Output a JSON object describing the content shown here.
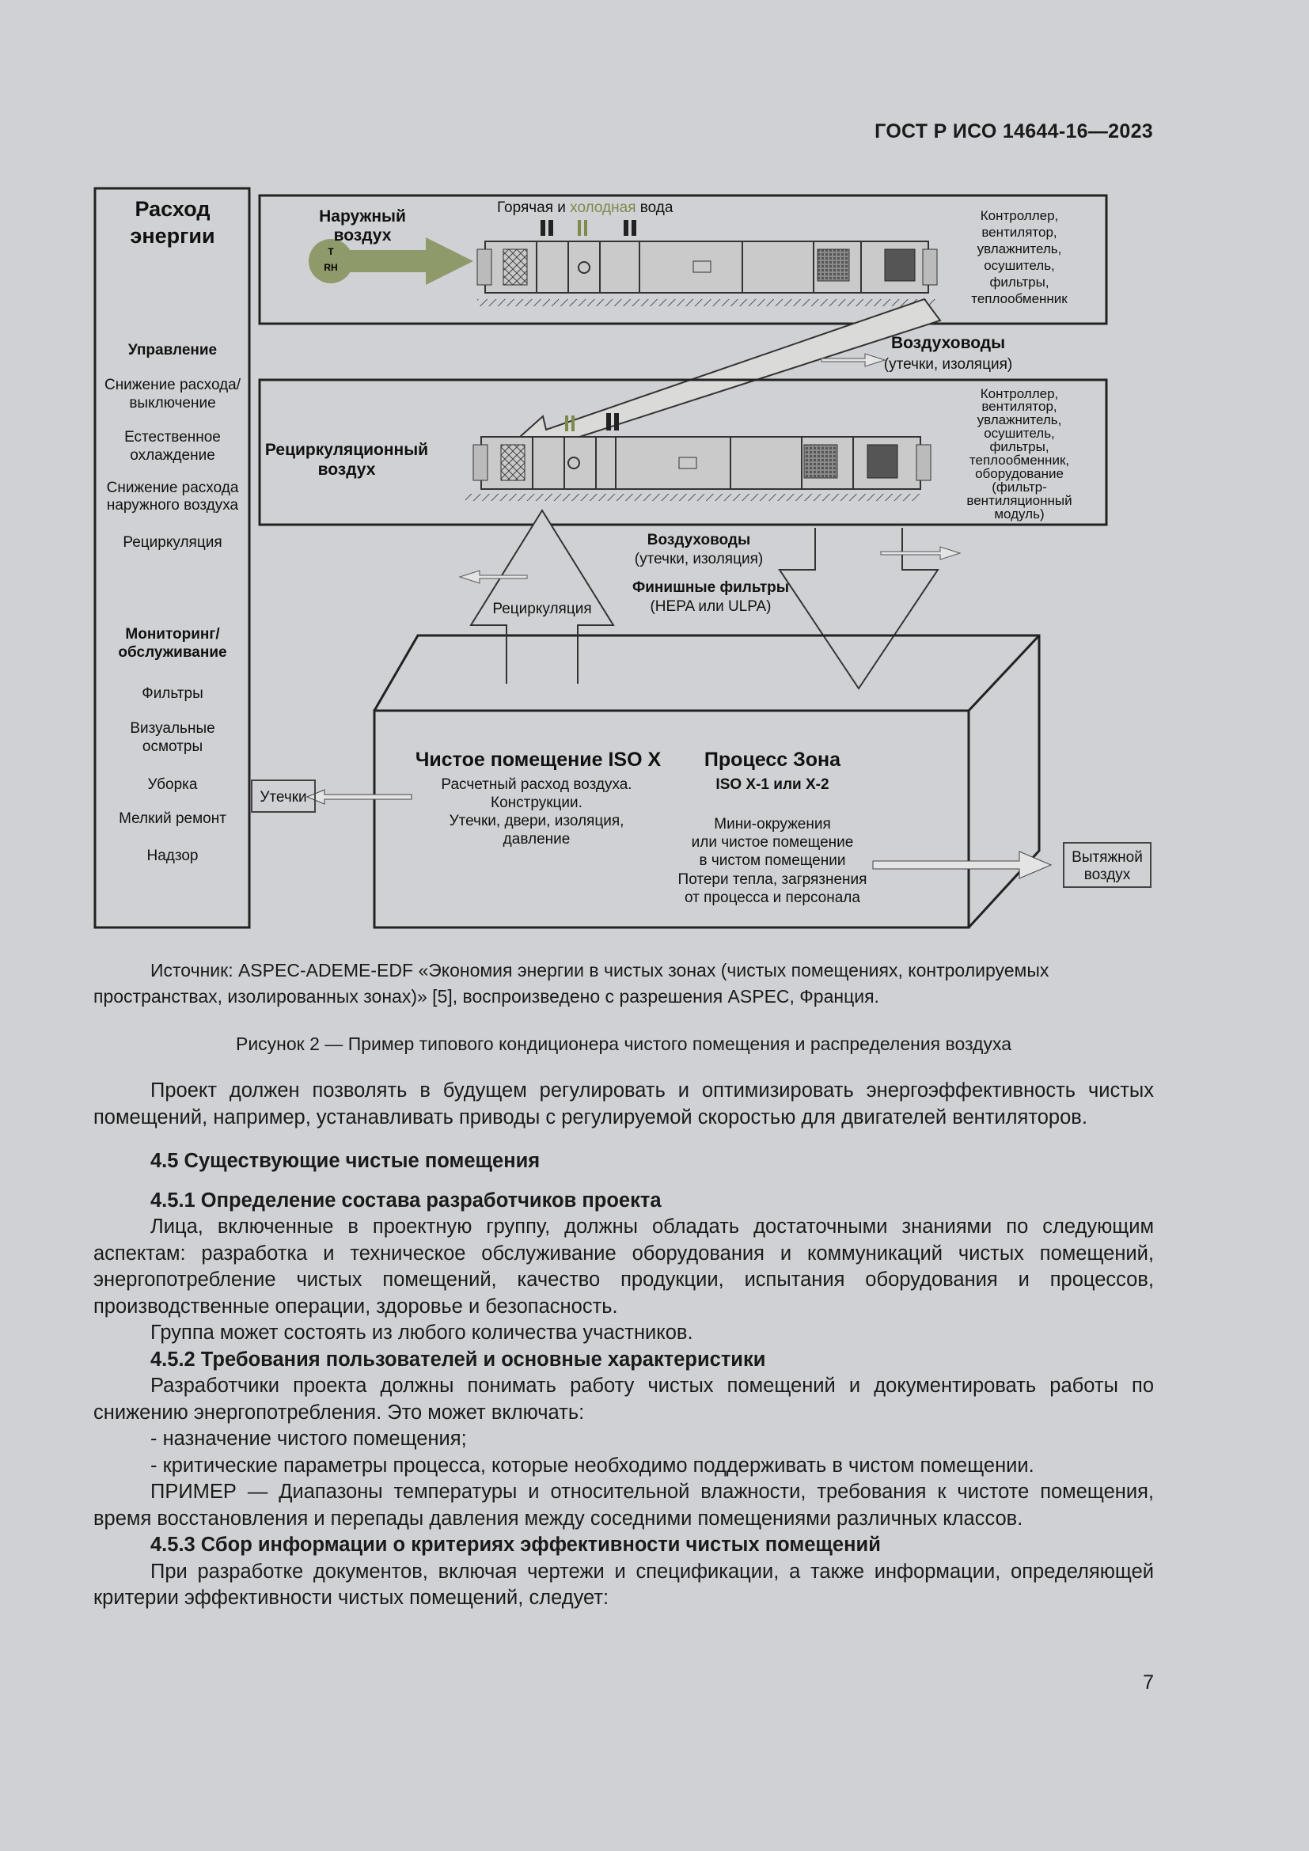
{
  "header": {
    "standard": "ГОСТ Р ИСО 14644-16—2023"
  },
  "figure": {
    "left_panel": {
      "title_1": "Расход",
      "title_2": "энергии",
      "management_heading": "Управление",
      "m1a": "Снижение расхода/",
      "m1b": "выключение",
      "m2a": "Естественное",
      "m2b": "охлаждение",
      "m3a": "Снижение расхода",
      "m3b": "наружного воздуха",
      "m4": "Рециркуляция",
      "monitor_a": "Мониторинг/",
      "monitor_b": "обслуживание",
      "s1": "Фильтры",
      "s2a": "Визуальные",
      "s2b": "осмотры",
      "s3": "Уборка",
      "s4": "Мелкий ремонт",
      "s5": "Надзор"
    },
    "outdoor_a": "Наружный",
    "outdoor_b": "воздух",
    "sensor_t": "T",
    "sensor_rh": "RH",
    "water_hot": "Горячая и ",
    "water_cold": "холодная",
    "water_end": " вода",
    "top_list": [
      "Контроллер,",
      "вентилятор,",
      "увлажнитель,",
      "осушитель,",
      "фильтры,",
      "теплообменник"
    ],
    "ducts1_a": "Воздуховоды",
    "ducts1_b": "(утечки, изоляция)",
    "recirc_air_a": "Рециркуляционный",
    "recirc_air_b": "воздух",
    "mid_list": [
      "Контроллер,",
      "вентилятор,",
      "увлажнитель,",
      "осушитель,",
      "фильтры,",
      "теплообменник,",
      "оборудование",
      "(фильтр-",
      "вентиляционный",
      "модуль)"
    ],
    "ducts2_a": "Воздуховоды",
    "ducts2_b": "(утечки, изоляция)",
    "final_a": "Финишные фильтры",
    "final_b": "(HEPA или ULPA)",
    "recirc_label": "Рециркуляция",
    "leaks": "Утечки",
    "clean_title": "Чистое помещение ISO X",
    "clean_l1": "Расчетный расход воздуха.",
    "clean_l2": "Конструкции.",
    "clean_l3": "Утечки, двери, изоляция,",
    "clean_l4": "давление",
    "proc_title": "Процесс Зона",
    "proc_sub": "ISO X-1 или X-2",
    "proc_l1": "Мини-окружения",
    "proc_l2": "или чистое помещение",
    "proc_l3": "в чистом помещении",
    "proc_l4": "Потери тепла, загрязнения",
    "proc_l5": "от процесса и персонала",
    "exhaust_a": "Вытяжной",
    "exhaust_b": "воздух"
  },
  "source": "Источник: ASPEC-ADEME-EDF «Экономия энергии в чистых зонах (чистых помещениях, контролируемых пространствах, изолированных зонах)» [5], воспроизведено с разрешения ASPEC, Франция.",
  "caption": "Рисунок 2 — Пример типового кондиционера чистого помещения и распределения воздуха",
  "para1": "Проект должен позволять в будущем регулировать и оптимизировать энергоэффективность чистых помещений, например, устанавливать приводы с регулируемой скоростью для двигателей вентиляторов.",
  "h45": "4.5 Существующие чистые помещения",
  "h451": "4.5.1 Определение состава разработчиков проекта",
  "p451a": "Лица, включенные в проектную группу, должны обладать достаточными знаниями по следующим аспектам: разработка и техническое обслуживание оборудования и коммуникаций чистых помещений, энергопотребление чистых помещений, качество продукции, испытания оборудования и процессов, производственные операции, здоровье и безопасность.",
  "p451b": "Группа может состоять из любого количества участников.",
  "h452": "4.5.2 Требования пользователей и основные характеристики",
  "p452": "Разработчики проекта должны понимать работу чистых помещений и документировать работы по снижению энергопотребления. Это может включать:",
  "li1": "-  назначение чистого помещения;",
  "li2": "-  критические параметры процесса, которые необходимо поддерживать в чистом помещении.",
  "example": "ПРИМЕР — Диапазоны температуры и относительной влажности, требования к чистоте помещения, время восстановления и перепады давления между соседними помещениями различных классов.",
  "h453": "4.5.3 Сбор информации о критериях эффективности чистых помещений",
  "p453": "При разработке документов, включая чертежи и спецификации, а также информации, определяющей критерии эффективности чистых помещений, следует:",
  "page_number": "7"
}
